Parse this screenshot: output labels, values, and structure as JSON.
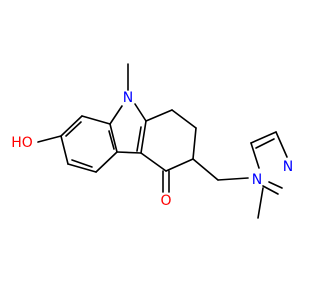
{
  "molecule": {
    "atoms": {
      "n_indole": "N",
      "o_hydroxyl": "HO",
      "o_ketone": "O",
      "n_imidazole_1": "N",
      "n_imidazole_3": "N"
    },
    "colors": {
      "bond": "#000000",
      "nitrogen": "#0000ff",
      "oxygen": "#ff0000",
      "background": "#ffffff"
    }
  }
}
